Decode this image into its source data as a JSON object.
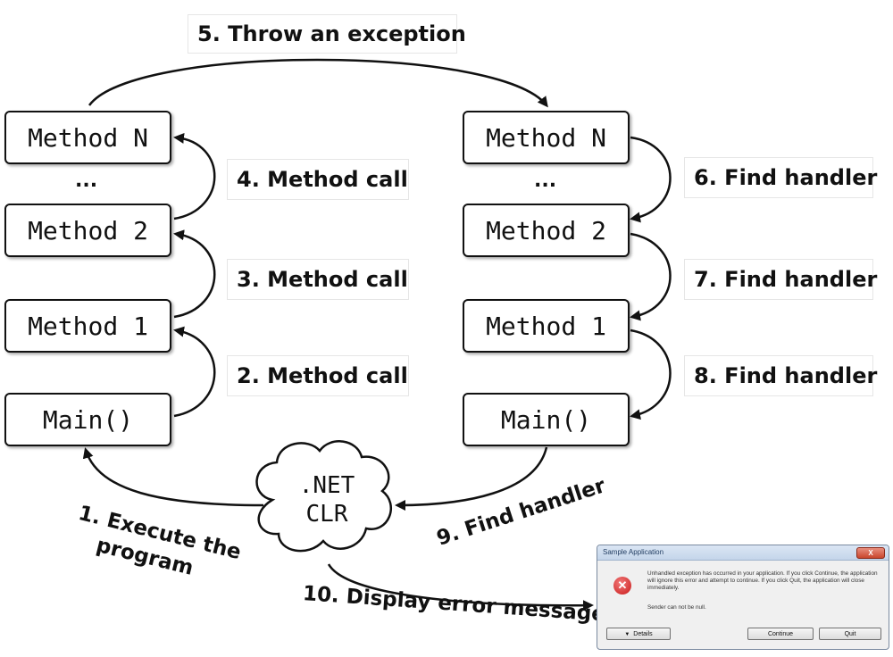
{
  "left_stack": {
    "method_n": "Method N",
    "dots": "...",
    "method_2": "Method 2",
    "method_1": "Method 1",
    "main": "Main()"
  },
  "right_stack": {
    "method_n": "Method N",
    "dots": "...",
    "method_2": "Method 2",
    "method_1": "Method 1",
    "main": "Main()"
  },
  "clr": {
    "line1": ".NET",
    "line2": "CLR"
  },
  "steps": {
    "s1_line1": "1. Execute the",
    "s1_line2": "program",
    "s2": "2. Method call",
    "s3": "3. Method call",
    "s4": "4. Method call",
    "s5": "5. Throw an exception",
    "s6": "6. Find handler",
    "s7": "7. Find handler",
    "s8": "8. Find handler",
    "s9": "9. Find handler",
    "s10": "10. Display error message"
  },
  "dialog": {
    "title": "Sample Application",
    "close": "X",
    "message": "Unhandled exception has occurred in your application. If you click Continue, the application will ignore this error and attempt to continue. If you click Quit, the application will close immediately.",
    "detail": "Sender can not be null.",
    "details_button": "Details",
    "continue_button": "Continue",
    "quit_button": "Quit"
  }
}
